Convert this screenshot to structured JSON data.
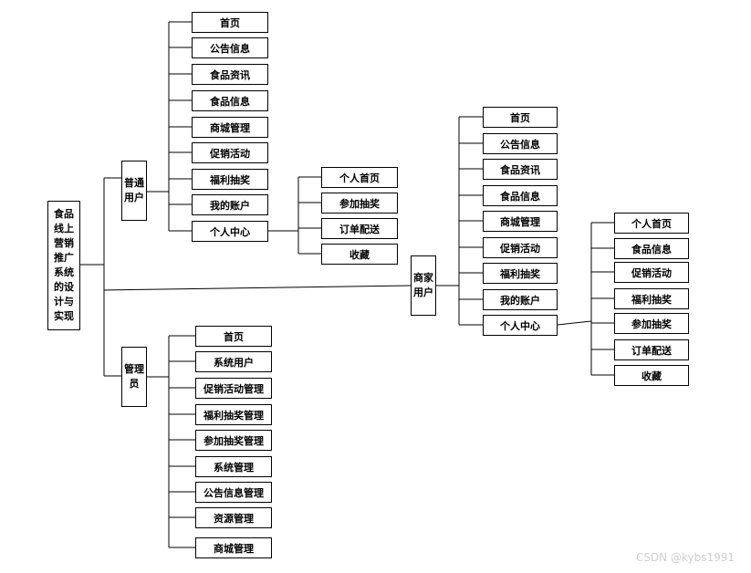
{
  "root": "食品线上营销推广系统的设计与实现",
  "branches": {
    "user": {
      "label": "普通用户",
      "items": [
        "首页",
        "公告信息",
        "食品资讯",
        "食品信息",
        "商城管理",
        "促销活动",
        "福利抽奖",
        "我的账户",
        "个人中心"
      ],
      "sub": [
        "个人首页",
        "参加抽奖",
        "订单配送",
        "收藏"
      ]
    },
    "admin": {
      "label": "管理员",
      "items": [
        "首页",
        "系统用户",
        "促销活动管理",
        "福利抽奖管理",
        "参加抽奖管理",
        "系统管理",
        "公告信息管理",
        "资源管理",
        "商城管理"
      ]
    },
    "merchant": {
      "label": "商家用户",
      "items": [
        "首页",
        "公告信息",
        "食品资讯",
        "食品信息",
        "商城管理",
        "促销活动",
        "福利抽奖",
        "我的账户",
        "个人中心"
      ],
      "sub": [
        "个人首页",
        "食品信息",
        "促销活动",
        "福利抽奖",
        "参加抽奖",
        "订单配送",
        "收藏"
      ]
    }
  },
  "watermark": "CSDN @kybs1991"
}
